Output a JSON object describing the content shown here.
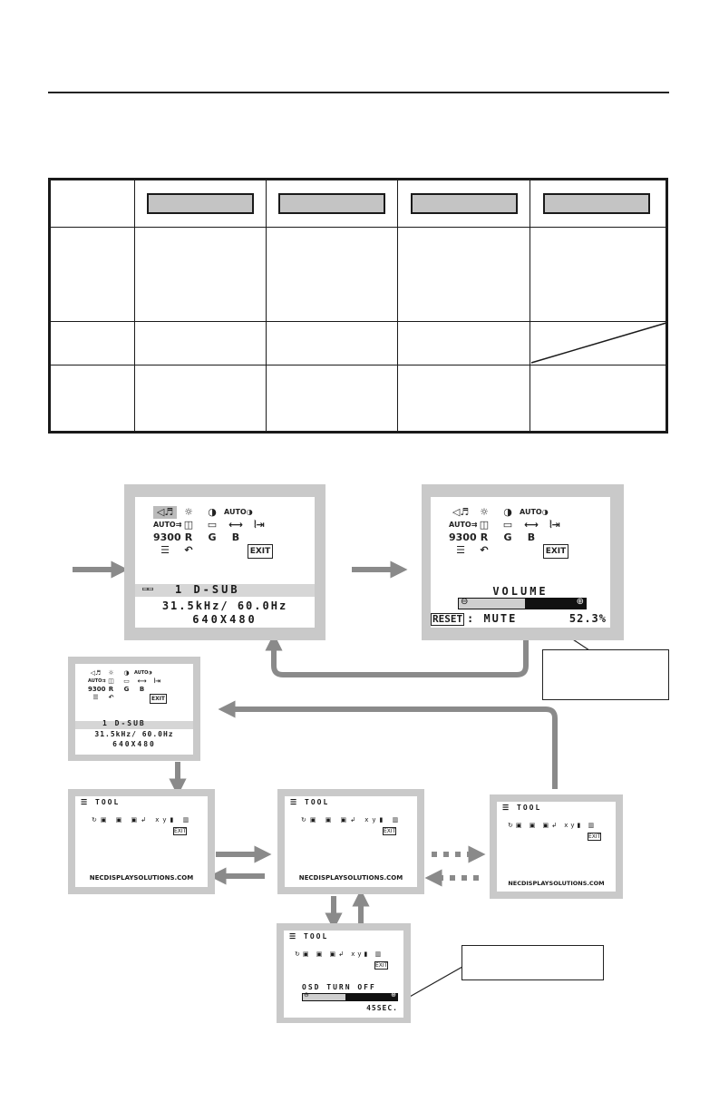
{
  "osd_main": {
    "input_name": "1 D-SUB",
    "frequency": "31.5kHz/ 60.0Hz",
    "resolution": "640X480",
    "icons_row1": [
      "◁♬",
      "☼",
      "◑",
      "AUTO◑"
    ],
    "icons_row2": [
      "AUTO ⇉",
      "◫",
      "▭",
      "⟷",
      "⦚⇥"
    ],
    "icons_row3": [
      "9300",
      "R",
      "G",
      "B"
    ],
    "icons_row4": [
      "☰",
      "↶",
      "EXIT"
    ]
  },
  "osd_volume": {
    "title": "VOLUME",
    "reset_label": "RESET",
    "mute_label": ": MUTE",
    "value": "52.3%",
    "level": 0.523
  },
  "osd_tool": {
    "title": "TOOL",
    "url": "NECDISPLAYSOLUTIONS.COM",
    "icons": [
      "↻▣",
      "▣",
      "▣↲",
      "xy▮",
      "▥",
      "EXIT"
    ]
  },
  "osd_turnoff": {
    "label": "OSD TURN OFF",
    "value": "45SEC.",
    "level": 0.45
  },
  "colors": {
    "screen_frame": "#c9c9c9",
    "arrow": "#8a8a8a",
    "bar_fill": "#cfcfcf",
    "line": "#1a1a1a"
  }
}
